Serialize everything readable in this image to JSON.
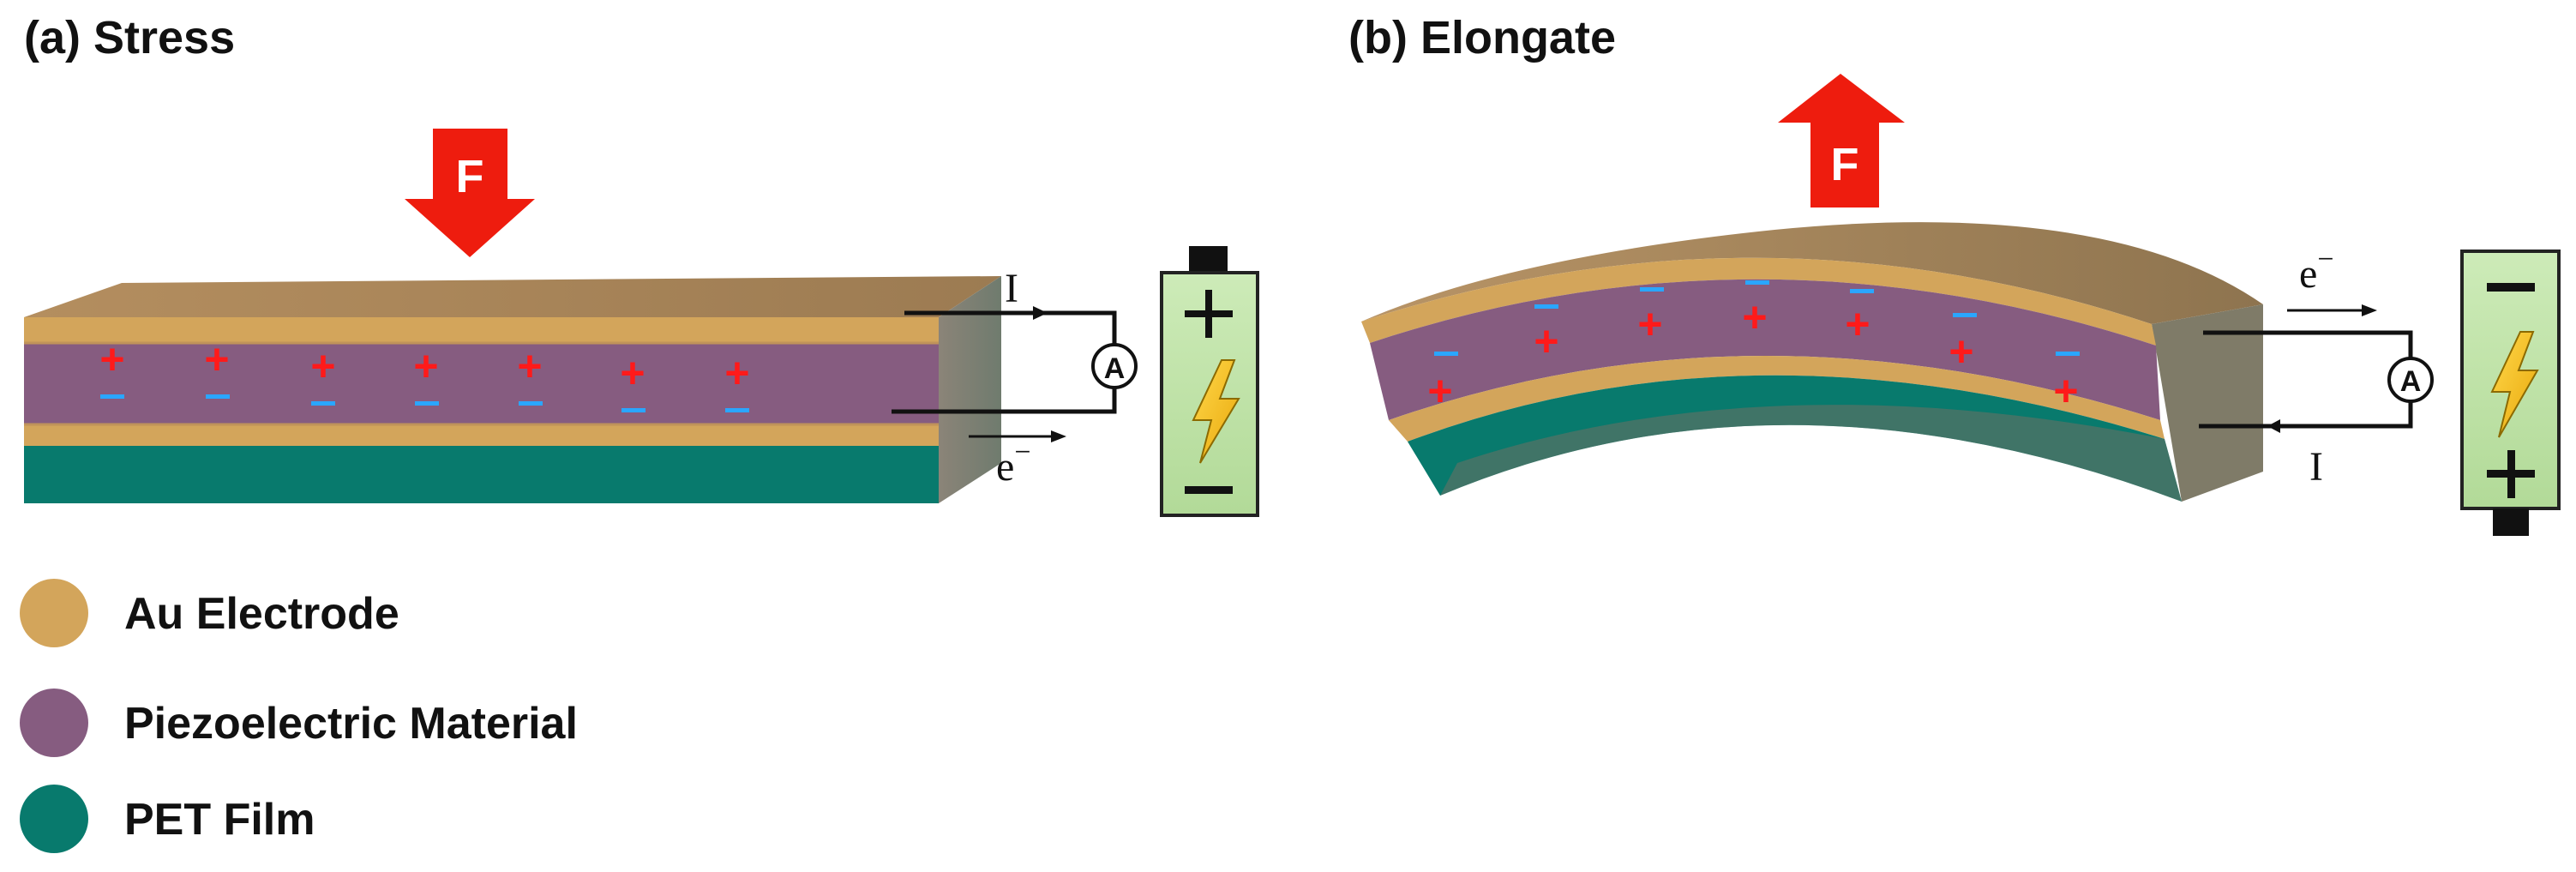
{
  "panel_a": {
    "title": "(a) Stress",
    "force_label": "F",
    "current_label": "I",
    "electron_label": "e",
    "electron_sup": "−",
    "ammeter_label": "A"
  },
  "panel_b": {
    "title": "(b) Elongate",
    "force_label": "F",
    "current_label": "I",
    "electron_label": "e",
    "electron_sup": "−",
    "ammeter_label": "A"
  },
  "legend": [
    {
      "label": "Au Electrode",
      "color": "#d3a55b"
    },
    {
      "label": "Piezoelectric Material",
      "color": "#865c80"
    },
    {
      "label": "PET Film",
      "color": "#087a6d"
    }
  ],
  "colors": {
    "force_arrow": "#ee1c0e",
    "plus_charge": "#ff1a1a",
    "minus_charge": "#2aa6ff",
    "battery_fill": "#bfe3a8",
    "bolt": "#f5c21b"
  }
}
